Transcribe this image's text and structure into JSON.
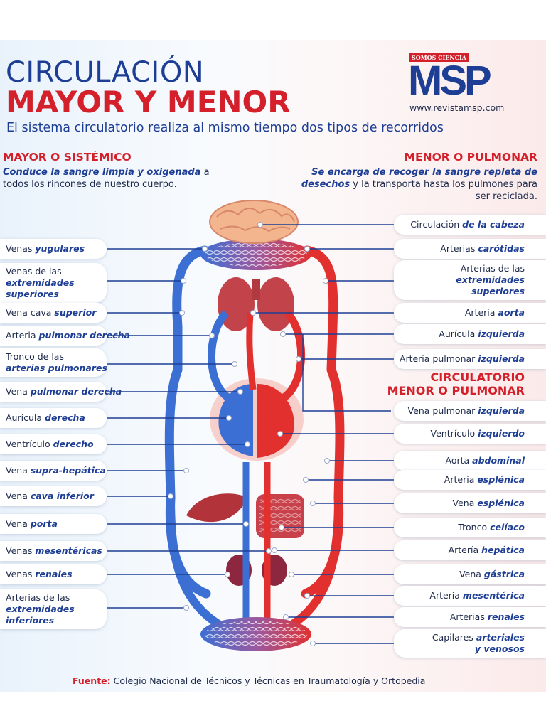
{
  "header": {
    "title_line1": "CIRCULACIÓN",
    "title_line2": "MAYOR Y MENOR",
    "subtitle": "El sistema circulatorio realiza al mismo tiempo dos tipos de recorridos"
  },
  "logo": {
    "tag": "SOMOS CIENCIA",
    "brand": "MSP",
    "url": "www.revistamsp.com"
  },
  "sections": {
    "mayor": {
      "title": "MAYOR O SISTÉMICO",
      "desc_emph": "Conduce la sangre limpia y oxigenada",
      "desc_rest": " a todos los rincones de nuestro cuerpo."
    },
    "menor": {
      "title": "MENOR O PULMONAR",
      "desc_emph1": "Se encarga de recoger la sangre repleta de desechos",
      "desc_rest": " y la transporta hasta los pulmones para ser reciclada."
    },
    "circulatorio_menor": {
      "line1": "CIRCULATORIO",
      "line2": "MENOR O PULMONAR"
    }
  },
  "left_labels": [
    {
      "lines": [
        [
          "Venas ",
          "yugulares"
        ]
      ]
    },
    {
      "lines": [
        [
          "Venas de las",
          ""
        ],
        [
          "",
          "extremidades"
        ],
        [
          "",
          "superiores"
        ]
      ]
    },
    {
      "lines": [
        [
          "Vena cava ",
          "superior"
        ]
      ]
    },
    {
      "lines": [
        [
          "Arteria ",
          "pulmonar derecha"
        ]
      ]
    },
    {
      "lines": [
        [
          "Tronco de las",
          ""
        ],
        [
          "",
          "arterias pulmonares"
        ]
      ]
    },
    {
      "lines": [
        [
          "Vena ",
          "pulmonar derecha"
        ]
      ]
    },
    {
      "lines": [
        [
          "Aurícula ",
          "derecha"
        ]
      ]
    },
    {
      "lines": [
        [
          "Ventrículo ",
          "derecho"
        ]
      ]
    },
    {
      "lines": [
        [
          "Vena ",
          "supra-hepática"
        ]
      ]
    },
    {
      "lines": [
        [
          "Vena ",
          "cava inferior"
        ]
      ]
    },
    {
      "lines": [
        [
          "Vena ",
          "porta"
        ]
      ]
    },
    {
      "lines": [
        [
          "Venas ",
          "mesentéricas"
        ]
      ]
    },
    {
      "lines": [
        [
          "Venas ",
          "renales"
        ]
      ]
    },
    {
      "lines": [
        [
          "Arterias de las",
          ""
        ],
        [
          "",
          "extremidades"
        ],
        [
          "",
          "inferiores"
        ]
      ]
    }
  ],
  "right_labels": [
    {
      "lines": [
        [
          "Circulación ",
          "de la cabeza"
        ]
      ]
    },
    {
      "lines": [
        [
          "Arterias ",
          "carótidas"
        ]
      ]
    },
    {
      "lines": [
        [
          "Arterias de las",
          ""
        ],
        [
          "",
          "extremidades"
        ],
        [
          "",
          "superiores"
        ]
      ]
    },
    {
      "lines": [
        [
          "Arteria ",
          "aorta"
        ]
      ]
    },
    {
      "lines": [
        [
          "Aurícula ",
          "izquierda"
        ]
      ]
    },
    {
      "lines": [
        [
          "Arteria pulmonar ",
          "izquierda"
        ]
      ]
    },
    {
      "lines": [
        [
          "Vena pulmonar ",
          "izquierda"
        ]
      ]
    },
    {
      "lines": [
        [
          "Ventrículo ",
          "izquierdo"
        ]
      ]
    },
    {
      "lines": [
        [
          "Aorta ",
          "abdominal"
        ]
      ]
    },
    {
      "lines": [
        [
          "Arteria ",
          "esplénica"
        ]
      ]
    },
    {
      "lines": [
        [
          "Vena ",
          "esplénica"
        ]
      ]
    },
    {
      "lines": [
        [
          "Tronco ",
          "celíaco"
        ]
      ]
    },
    {
      "lines": [
        [
          "Artería ",
          "hepática"
        ]
      ]
    },
    {
      "lines": [
        [
          "Vena ",
          "gástrica"
        ]
      ]
    },
    {
      "lines": [
        [
          "Arteria ",
          "mesentérica"
        ]
      ]
    },
    {
      "lines": [
        [
          "Arterias ",
          "renales"
        ]
      ]
    },
    {
      "lines": [
        [
          "Capilares ",
          "arteriales"
        ],
        [
          "",
          "y venosos"
        ]
      ]
    }
  ],
  "footer": {
    "source_label": "Fuente:",
    "source_text": " Colegio Nacional de Técnicos y Técnicas en Traumatología y Ortopedia"
  },
  "colors": {
    "blue": "#1d3e94",
    "red": "#d4202a",
    "vein": "#3b6fd4",
    "artery": "#e2302f"
  }
}
